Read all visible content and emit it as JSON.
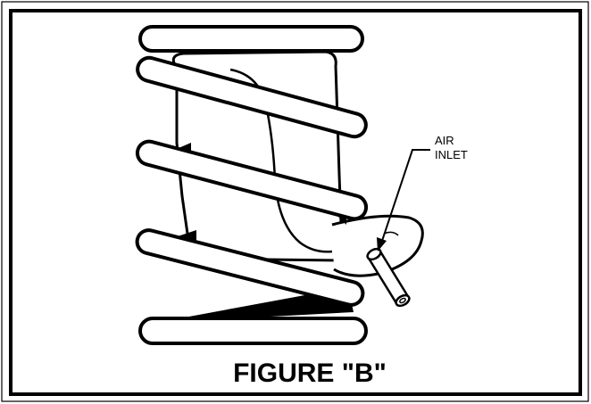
{
  "figure": {
    "callout_line1": "AIR",
    "callout_line2": "INLET",
    "caption": "FIGURE \"B\"",
    "line_color": "#000000",
    "background_color": "#ffffff"
  }
}
